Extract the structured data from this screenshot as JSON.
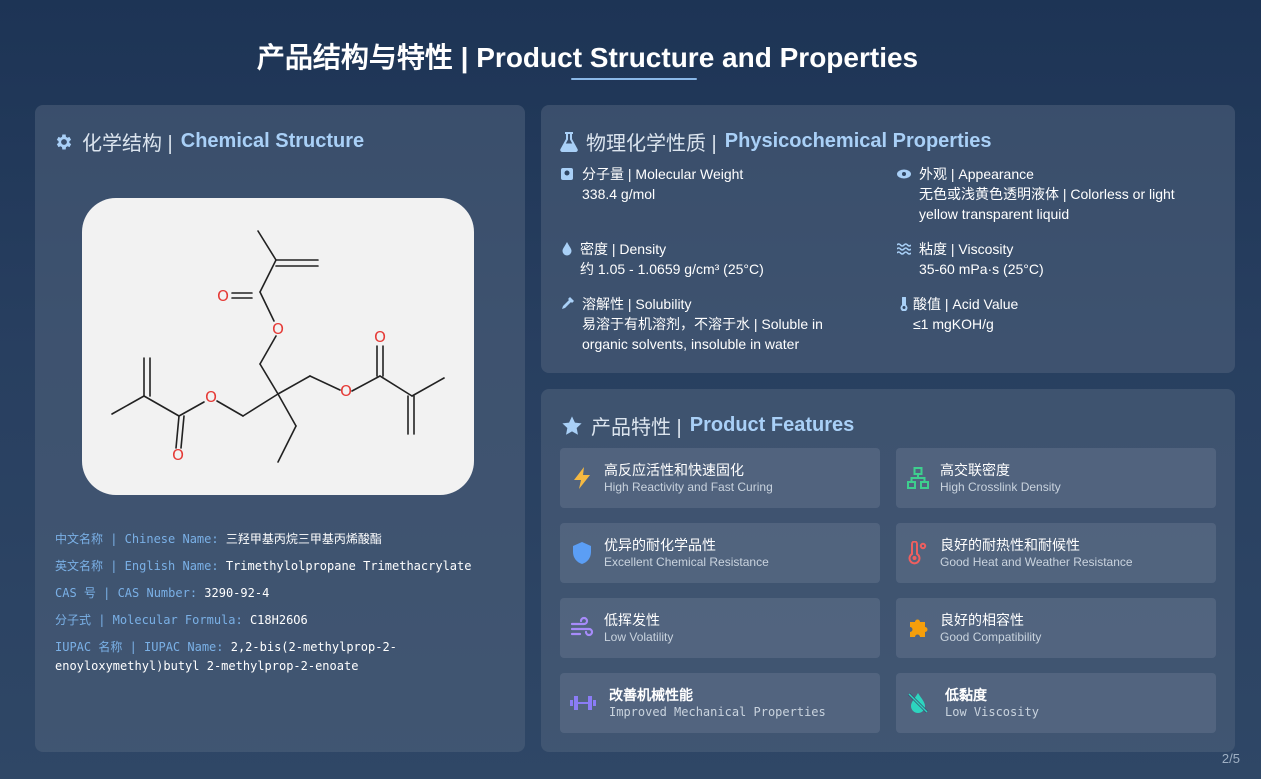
{
  "header": {
    "title": "产品结构与特性 | Product Structure and Properties"
  },
  "chemical_structure": {
    "title_zh": "化学结构 |",
    "title_en": "Chemical Structure",
    "title_icon": "gear-icon",
    "molecule": {
      "atom_label": "O"
    },
    "info": [
      {
        "label": "中文名称 | Chinese Name:",
        "value": "三羟甲基丙烷三甲基丙烯酸酯"
      },
      {
        "label": "英文名称 | English Name:",
        "value": "Trimethylolpropane Trimethacrylate"
      },
      {
        "label": "CAS 号 | CAS Number:",
        "value": "3290-92-4"
      },
      {
        "label": "分子式 | Molecular Formula:",
        "value": "C18H26O6"
      },
      {
        "label": "IUPAC 名称 | IUPAC Name:",
        "value": "2,2-bis(2-methylprop-2-enoyloxymethyl)butyl 2-methylprop-2-enoate"
      }
    ]
  },
  "physicochemical": {
    "title_zh": "物理化学性质 |",
    "title_en": "Physicochemical Properties",
    "title_icon": "flask-icon",
    "items": [
      {
        "icon": "weight-scale-icon",
        "label": "分子量 | Molecular Weight",
        "value": "338.4 g/mol"
      },
      {
        "icon": "eye-icon",
        "label": "外观 | Appearance",
        "value": "无色或浅黄色透明液体 | Colorless or light yellow transparent liquid"
      },
      {
        "icon": "droplet-icon",
        "label": "密度 | Density",
        "value": "约 1.05 - 1.0659 g/cm³ (25°C)"
      },
      {
        "icon": "water-waves-icon",
        "label": "粘度 | Viscosity",
        "value": "35-60 mPa·s (25°C)"
      },
      {
        "icon": "eyedropper-icon",
        "label": "溶解性 | Solubility",
        "value": "易溶于有机溶剂，不溶于水 | Soluble in organic solvents, insoluble in water"
      },
      {
        "icon": "thermometer-icon",
        "label": "酸值 | Acid Value",
        "value": "≤1 mgKOH/g"
      }
    ]
  },
  "features": {
    "title_zh": "产品特性 |",
    "title_en": "Product Features",
    "title_icon": "star-icon",
    "items": [
      {
        "icon": "lightning-bolt-icon",
        "zh": "高反应活性和快速固化",
        "en": "High Reactivity and Fast Curing",
        "color": "#f5b942"
      },
      {
        "icon": "network-icon",
        "zh": "高交联密度",
        "en": "High Crosslink Density",
        "color": "#3ecf8e"
      },
      {
        "icon": "shield-icon",
        "zh": "优异的耐化学品性",
        "en": "Excellent Chemical Resistance",
        "color": "#5b9ef5"
      },
      {
        "icon": "temperature-icon",
        "zh": "良好的耐热性和耐候性",
        "en": "Good Heat and Weather Resistance",
        "color": "#ef5f5f"
      },
      {
        "icon": "wind-icon",
        "zh": "低挥发性",
        "en": "Low Volatility",
        "color": "#a78bfa"
      },
      {
        "icon": "puzzle-piece-icon",
        "zh": "良好的相容性",
        "en": "Good Compatibility",
        "color": "#f59e0b"
      },
      {
        "icon": "dumbbell-icon",
        "zh": "改善机械性能",
        "en": "Improved Mechanical Properties",
        "color": "#8b7cf6"
      },
      {
        "icon": "tint-slash-icon",
        "zh": "低黏度",
        "en": "Low Viscosity",
        "color": "#2dd4bf"
      }
    ]
  },
  "pagination": {
    "label": "2/5"
  }
}
